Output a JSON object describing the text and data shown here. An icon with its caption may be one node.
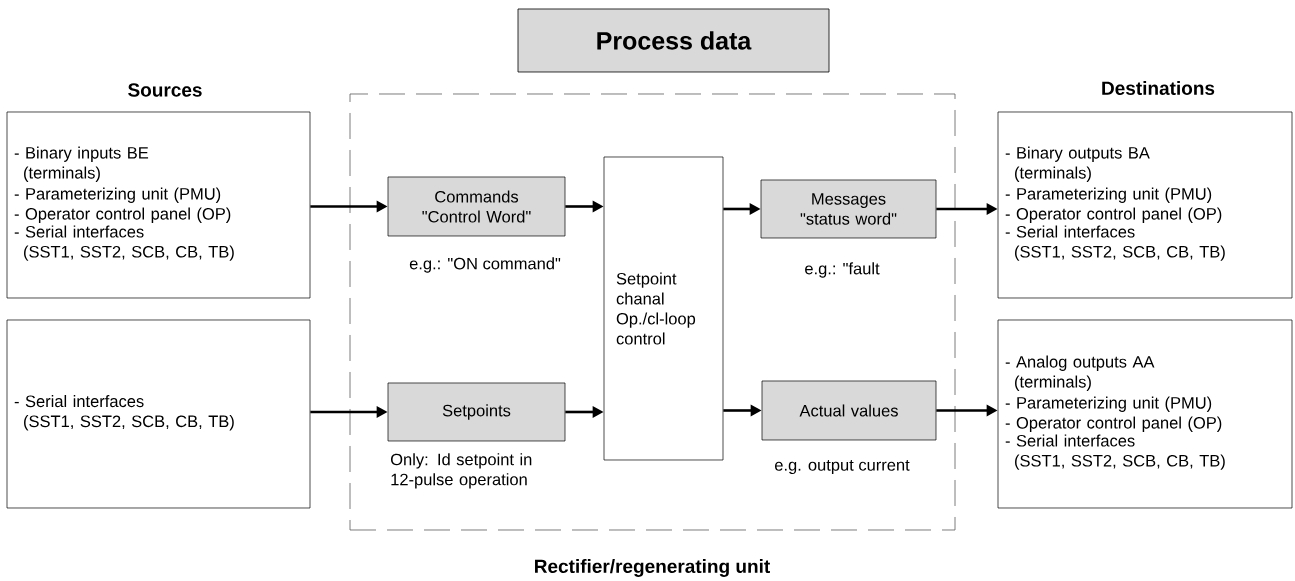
{
  "diagram": {
    "nodes": [
      {
        "text": [
          "Process data"
        ]
      },
      {
        "text": [
          "Sources",
          "- Binary inputs BE (terminals)",
          "- Parameterizing unit (PMU)",
          "- Operator control panel (OP)",
          "- Serial interfaces (SST1, SST2, SCB, CB, TB)"
        ]
      },
      {
        "text": [
          "- Serial interfaces (SST1, SST2, SCB, CB, TB)"
        ]
      },
      {
        "text": [
          "Rectifier/regenerating unit"
        ]
      },
      {
        "text": [
          "Commands \"Control Word\""
        ],
        "beside": [
          "e.g.: \"ON command\""
        ],
        "in": 3
      },
      {
        "text": [
          "Setpoints"
        ],
        "beside": [
          "Only: Id setpoint in 12-pulse operation"
        ],
        "in": 3
      },
      {
        "text": [
          "Setpoint chanal Op./cl-loop control"
        ],
        "in": 3
      },
      {
        "text": [
          "Messages \"status word\""
        ],
        "beside": [
          "e.g.: \"fault"
        ],
        "in": 3
      },
      {
        "text": [
          "Actual values"
        ],
        "beside": [
          "e.g. output current"
        ],
        "in": 3
      },
      {
        "text": [
          "Destinations",
          "- Binary outputs BA (terminals)",
          "- Parameterizing unit (PMU)",
          "- Operator control panel (OP)",
          "- Serial interfaces (SST1, SST2, SCB, CB, TB)"
        ]
      },
      {
        "text": [
          "- Analog outputs AA (terminals)",
          "- Parameterizing unit (PMU)",
          "- Operator control panel (OP)",
          "- Serial interfaces (SST1, SST2, SCB, CB, TB)"
        ]
      }
    ],
    "edges": [
      {
        "from": 1,
        "to": 4,
        "arrow": "to"
      },
      {
        "from": 2,
        "to": 5,
        "arrow": "to"
      },
      {
        "from": 4,
        "to": 6,
        "arrow": "to"
      },
      {
        "from": 5,
        "to": 6,
        "arrow": "to"
      },
      {
        "from": 6,
        "to": 7,
        "arrow": "to"
      },
      {
        "from": 6,
        "to": 8,
        "arrow": "to"
      },
      {
        "from": 7,
        "to": 9,
        "arrow": "to"
      },
      {
        "from": 8,
        "to": 10,
        "arrow": "to"
      }
    ]
  }
}
